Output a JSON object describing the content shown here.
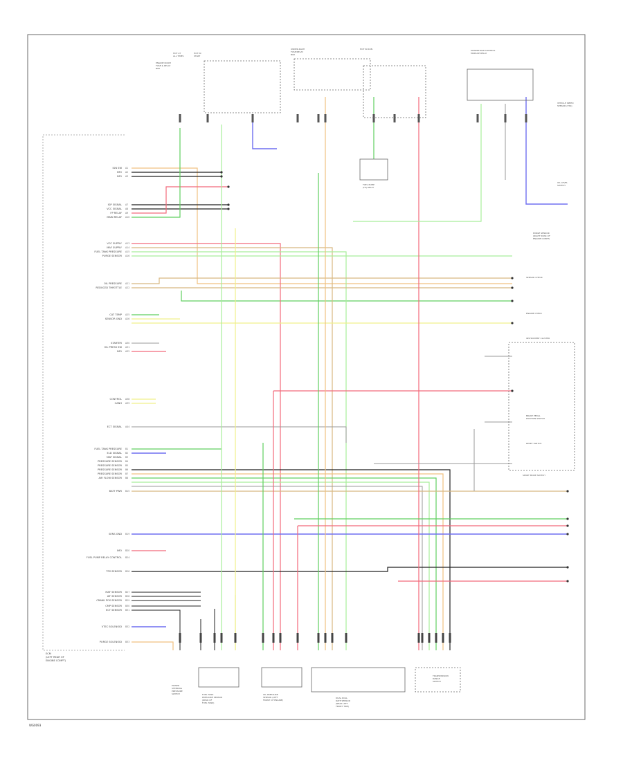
{
  "footer_code": "WG0093",
  "ecm_label": [
    "ECM",
    "(LEFT REAR OF",
    "ENGINE COMPT)"
  ],
  "top_labels": {
    "hot_at_all_times": [
      "HOT AT",
      "ALL TIMES"
    ],
    "hot_in_start": [
      "HOT IN",
      "START"
    ],
    "hot_in_run": [
      "HOT IN RUN"
    ],
    "engine_room_fuse": [
      "ENGINE ROOM",
      "FUSE & RELAY",
      "BOX"
    ],
    "under_dash_fuse": [
      "UNDER-DASH",
      "FUSE/RELAY",
      "BOX"
    ],
    "powertrain_control": [
      "POWERTRAIN CONTROL",
      "MODULE RELAY"
    ],
    "fuel_pump": [
      "FUEL PUMP",
      "(FP) RELAY"
    ]
  },
  "ecm_pins": [
    {
      "label": "IGN SW",
      "pin": "A1"
    },
    {
      "label": "IMO",
      "pin": "A2"
    },
    {
      "label": "IMO",
      "pin": "A3"
    },
    {
      "label": "IGP SIGNAL",
      "pin": "A7"
    },
    {
      "label": "VCC SIGNAL",
      "pin": "A8"
    },
    {
      "label": "FP RELAY",
      "pin": "A9"
    },
    {
      "label": "MAIN RELAY",
      "pin": "A10"
    },
    {
      "label": "VCC SUPPLY",
      "pin": "A13"
    },
    {
      "label": "MAF SUPPLY",
      "pin": "A14"
    },
    {
      "label": "FUEL TANK PRESSURE",
      "pin": "A15"
    },
    {
      "label": "PURGE SENSOR",
      "pin": "A16"
    },
    {
      "label": "OIL PRESSURE",
      "pin": "A21"
    },
    {
      "label": "REDUCED THROTTLE",
      "pin": "A22"
    },
    {
      "label": "CAT TEMP",
      "pin": "A25"
    },
    {
      "label": "SENSOR GND",
      "pin": "A26"
    },
    {
      "label": "STARTER",
      "pin": "A30"
    },
    {
      "label": "OIL PRESS SW",
      "pin": "A31"
    },
    {
      "label": "IMO",
      "pin": "A32"
    },
    {
      "label": "CONTROL",
      "pin": "A38"
    },
    {
      "label": "CANH",
      "pin": "A39"
    },
    {
      "label": "ECT SIGNAL",
      "pin": "A44"
    },
    {
      "label": "FUEL TANK PRESSURE",
      "pin": "B1"
    },
    {
      "label": "ELD SIGNAL",
      "pin": "B2"
    },
    {
      "label": "MAP SIGNAL",
      "pin": "B3"
    },
    {
      "label": "PRESSURE SENSOR",
      "pin": "B4"
    },
    {
      "label": "PRESSURE SENSOR",
      "pin": "B5"
    },
    {
      "label": "PRESSURE SENSOR",
      "pin": "B6"
    },
    {
      "label": "PRESSURE SENSOR",
      "pin": "B7"
    },
    {
      "label": "AIR FLOW SENSOR",
      "pin": "B8"
    },
    {
      "label": "BATT PWR",
      "pin": "B15"
    },
    {
      "label": "SENS GND",
      "pin": "B19"
    },
    {
      "label": "IMO",
      "pin": "B20"
    },
    {
      "label": "FUEL PUMP RELAY CONTROL",
      "pin": "B24"
    },
    {
      "label": "TPS SENSOR",
      "pin": "B26"
    },
    {
      "label": "MAF SENSOR",
      "pin": "B27"
    },
    {
      "label": "IAT SENSOR",
      "pin": "B28"
    },
    {
      "label": "CRANK POS SENSOR",
      "pin": "B29"
    },
    {
      "label": "CMP SENSOR",
      "pin": "B30"
    },
    {
      "label": "ECT SENSOR",
      "pin": "B31"
    },
    {
      "label": "VTEC SOLENOID",
      "pin": "B32"
    },
    {
      "label": "PURGE SOLENOID",
      "pin": "B33"
    }
  ],
  "right_labels": {
    "vss": [
      "VEHICLE SPEED",
      "SENSOR (VSS)"
    ],
    "oil_level": [
      "OIL LEVEL",
      "SWITCH"
    ],
    "instrument_cluster": [
      "INSTRUMENT CLUSTER"
    ],
    "brake_switch": [
      "BRAKE PEDAL",
      "POSITION SWITCH"
    ],
    "reset_switch": [
      "RESET SWITCH"
    ],
    "sport_mode": [
      "SPORT MODE SWITCH"
    ],
    "sensor_check": [
      "SENSOR CHECK"
    ],
    "engine_check": [
      "ENGINE CHECK"
    ],
    "purge_sensor_rr": [
      "PURGE SENSOR",
      "(RIGHT REAR OF",
      "ENGINE COMPT)"
    ]
  },
  "bottom_components": [
    {
      "label": [
        "FUEL TANK",
        "PRESSURE SENSOR",
        "(REAR OF",
        "FUEL TANK)"
      ]
    },
    {
      "label": [
        "OIL PRESSURE",
        "SENSOR (LEFT",
        "FRONT OF ENGINE)"
      ]
    },
    {
      "label": [
        "DUAL ROLL",
        "RATE SENSOR",
        "(NEAR LEFT",
        "FRONT TIRE)"
      ]
    },
    {
      "label": [
        "TRANSMISSION",
        "RANGE",
        "SWITCH"
      ]
    },
    {
      "label": [
        "POWER",
        "STEERING",
        "PRESSURE",
        "SWITCH"
      ]
    }
  ],
  "wire_colors": {
    "red": "#f2697a",
    "pink": "#f7a0ae",
    "green": "#5fcf5f",
    "light_green": "#a8ee9a",
    "yellow": "#f0f08a",
    "orange": "#f0c080",
    "tan": "#d8b880",
    "blue": "#6e6ef0",
    "black": "#222222",
    "gray": "#999999",
    "white": "#d8d8d8"
  }
}
